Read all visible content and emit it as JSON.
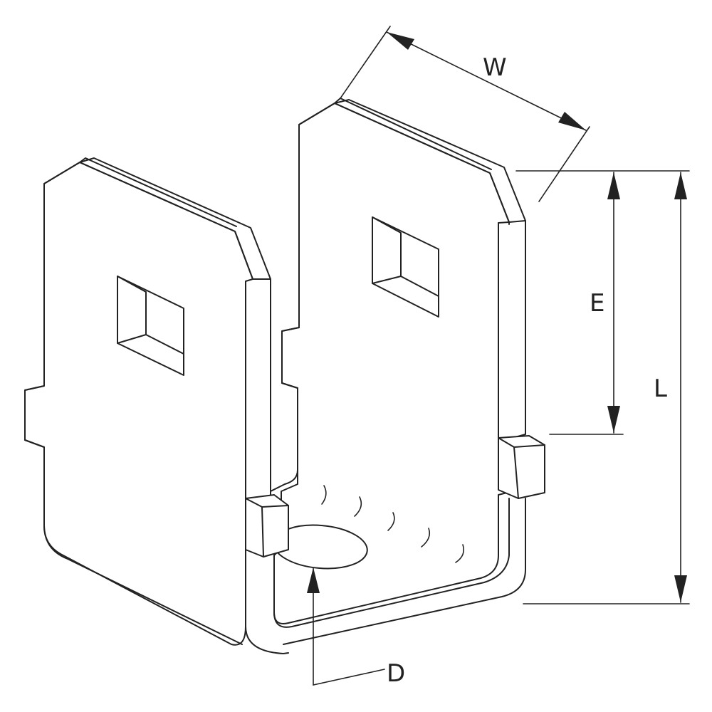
{
  "diagram": {
    "dimension_labels": {
      "width": "W",
      "length": "L",
      "edge": "E",
      "diameter": "D"
    },
    "colors": {
      "line": "#222222",
      "background": "#ffffff"
    }
  }
}
